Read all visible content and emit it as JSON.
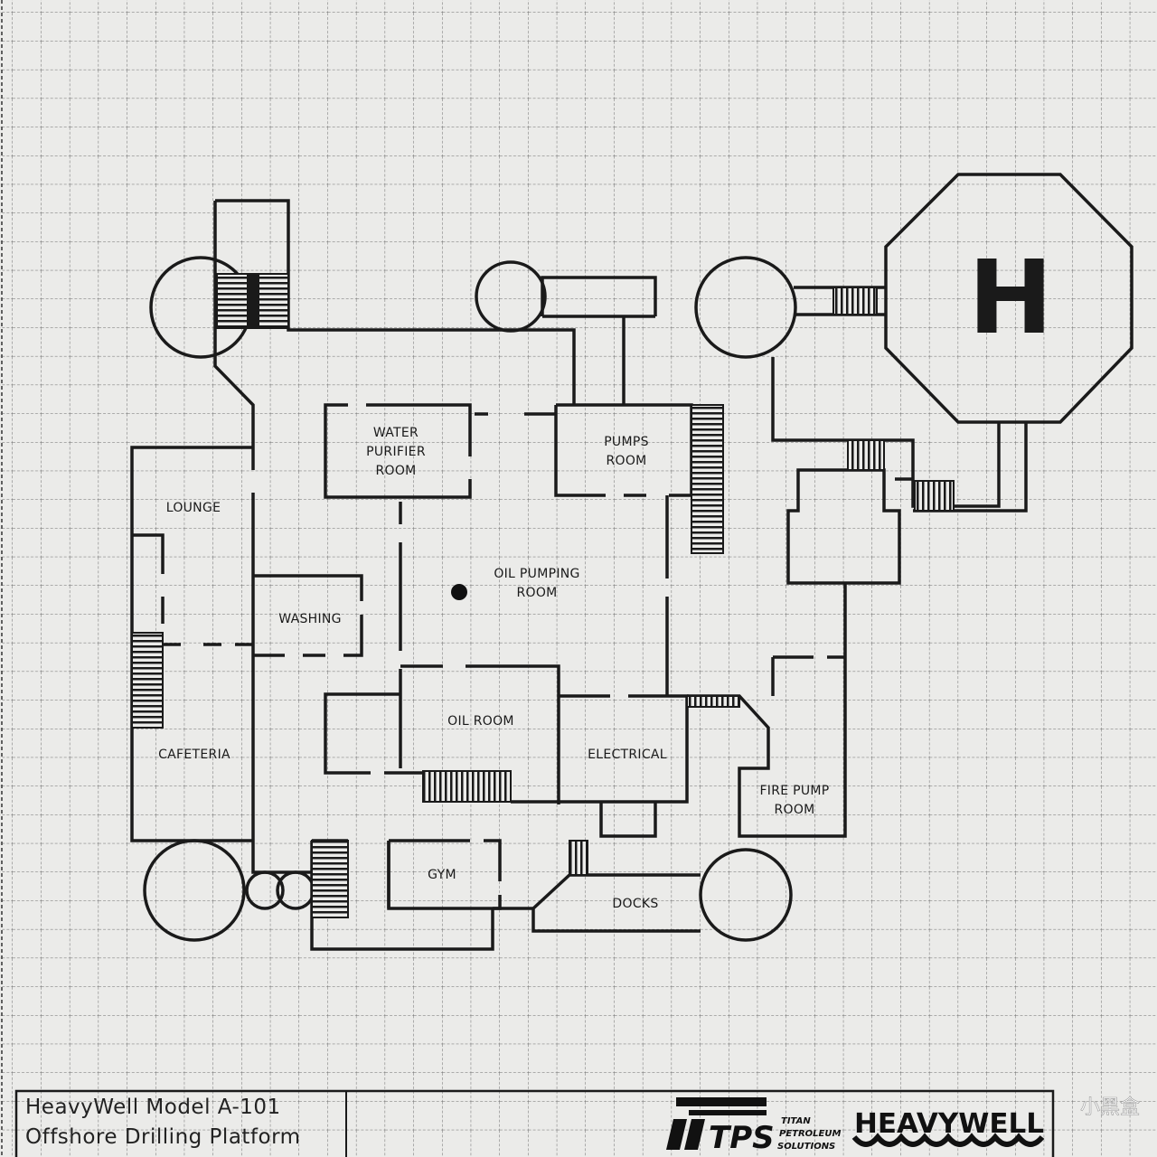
{
  "map": {
    "rooms": {
      "water_purifier": [
        "WATER",
        "PURIFIER",
        "ROOM"
      ],
      "pumps": [
        "PUMPS",
        "ROOM"
      ],
      "lounge": "LOUNGE",
      "oil_pumping": [
        "OIL PUMPING",
        "ROOM"
      ],
      "washing": "WASHING",
      "oil_room": "OIL ROOM",
      "electrical": "ELECTRICAL",
      "cafeteria": "CAFETERIA",
      "fire_pump": [
        "FIRE PUMP",
        "ROOM"
      ],
      "gym": "GYM",
      "docks": "DOCKS"
    },
    "helipad_letter": "H"
  },
  "title_block": {
    "line1": "HeavyWell Model A-101",
    "line2": "Offshore Drilling Platform",
    "logo_tps": "TPS",
    "logo_tps_text": [
      "TITAN",
      "PETROLEUM",
      "SOLUTIONS"
    ],
    "logo_heavywell": "HEAVYWELL"
  },
  "watermark": "小黑盒",
  "colors": {
    "ink": "#1a1a1a",
    "paper": "#ebebe9",
    "grid": "#555555"
  }
}
